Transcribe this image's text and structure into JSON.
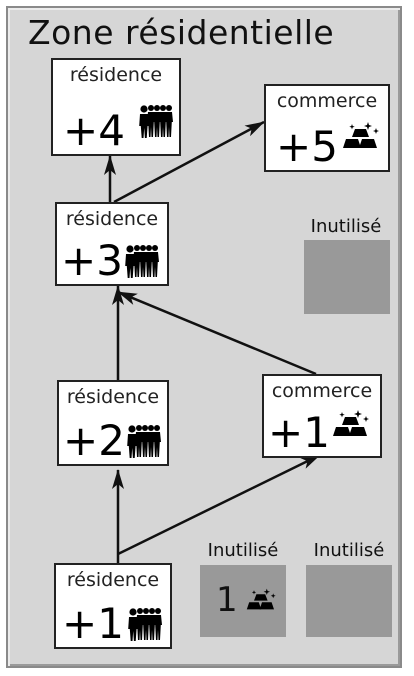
{
  "title": "Zone résidentielle",
  "cards": {
    "res4": {
      "label": "résidence",
      "value": "+4",
      "icon": "people-icon"
    },
    "com5": {
      "label": "commerce",
      "value": "+5",
      "icon": "gold-bars-icon"
    },
    "res3": {
      "label": "résidence",
      "value": "+3",
      "icon": "people-icon"
    },
    "res2": {
      "label": "résidence",
      "value": "+2",
      "icon": "people-icon"
    },
    "com1": {
      "label": "commerce",
      "value": "+1",
      "icon": "gold-bars-icon"
    },
    "res1": {
      "label": "résidence",
      "value": "+1",
      "icon": "people-icon"
    }
  },
  "unused": {
    "top": {
      "label": "Inutilisé"
    },
    "bottom_left": {
      "label": "Inutilisé",
      "value": "1",
      "icon": "gold-bars-icon"
    },
    "bottom_right": {
      "label": "Inutilisé"
    }
  },
  "colors": {
    "background": "#d6d6d6",
    "unused_fill": "#999999",
    "card_fill": "#ffffff",
    "line": "#111111"
  }
}
